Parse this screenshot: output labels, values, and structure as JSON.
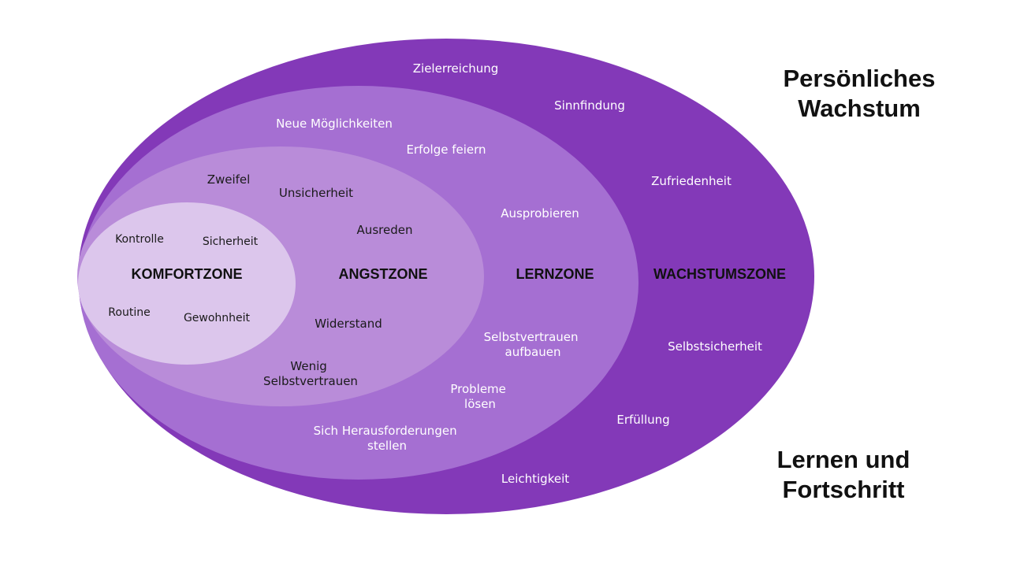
{
  "colors": {
    "wachstumszone": "#8339b8",
    "lernzone": "#a56fd2",
    "angstzone": "#b98cd9",
    "komfortzone": "#dcc6ec",
    "dark_text": "#111111",
    "light_text": "#ffffff"
  },
  "titles": {
    "top": [
      "Persönliches",
      "Wachstum"
    ],
    "bottom": [
      "Lernen und",
      "Fortschritt"
    ]
  },
  "zones": {
    "wachstumszone": {
      "label": "WACHSTUMSZONE",
      "items": [
        "Zielerreichung",
        "Sinnfindung",
        "Zufriedenheit",
        "Selbstsicherheit",
        "Erfüllung",
        "Leichtigkeit"
      ]
    },
    "lernzone": {
      "label": "LERNZONE",
      "items": [
        "Neue Möglichkeiten",
        "Erfolge feiern",
        "Ausprobieren",
        [
          "Selbstvertrauen",
          "aufbauen"
        ],
        [
          "Probleme",
          "lösen"
        ],
        [
          "Sich Herausforderungen",
          "stellen"
        ]
      ]
    },
    "angstzone": {
      "label": "ANGSTZONE",
      "items": [
        "Zweifel",
        "Unsicherheit",
        "Ausreden",
        "Widerstand",
        [
          "Wenig",
          "Selbstvertrauen"
        ]
      ]
    },
    "komfortzone": {
      "label": "KOMFORTZONE",
      "items": [
        "Kontrolle",
        "Sicherheit",
        "Routine",
        "Gewohnheit"
      ]
    }
  }
}
